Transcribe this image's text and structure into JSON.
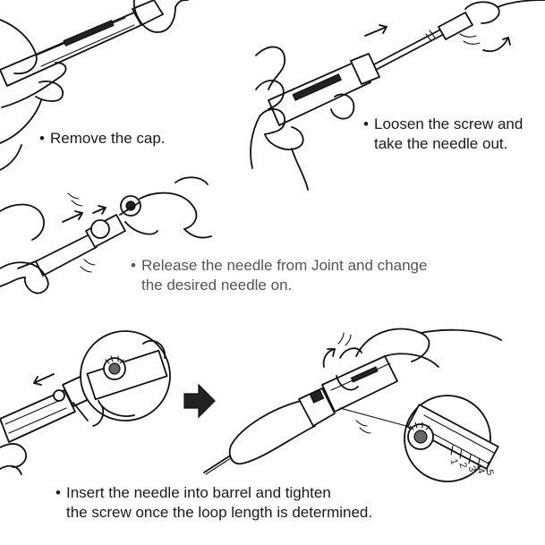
{
  "steps": [
    {
      "id": "remove-cap",
      "bullet": "•",
      "lines": [
        "Remove the cap."
      ]
    },
    {
      "id": "loosen-screw",
      "bullet": "•",
      "lines": [
        "Loosen the screw and",
        "take the needle out."
      ]
    },
    {
      "id": "release-needle",
      "bullet": "•",
      "lines": [
        "Release the needle from Joint and change",
        "the desired needle on."
      ]
    },
    {
      "id": "insert-needle",
      "bullet": "•",
      "lines": [
        "Insert the needle into barrel and tighten",
        "the screw once the loop length is determined."
      ]
    }
  ],
  "scale_digits": [
    "1",
    "2",
    "3",
    "4",
    "5"
  ],
  "arrow_icon": "right-arrow-icon",
  "colors": {
    "ink": "#111111",
    "caption_gray": "#555555",
    "background": "#ffffff"
  }
}
